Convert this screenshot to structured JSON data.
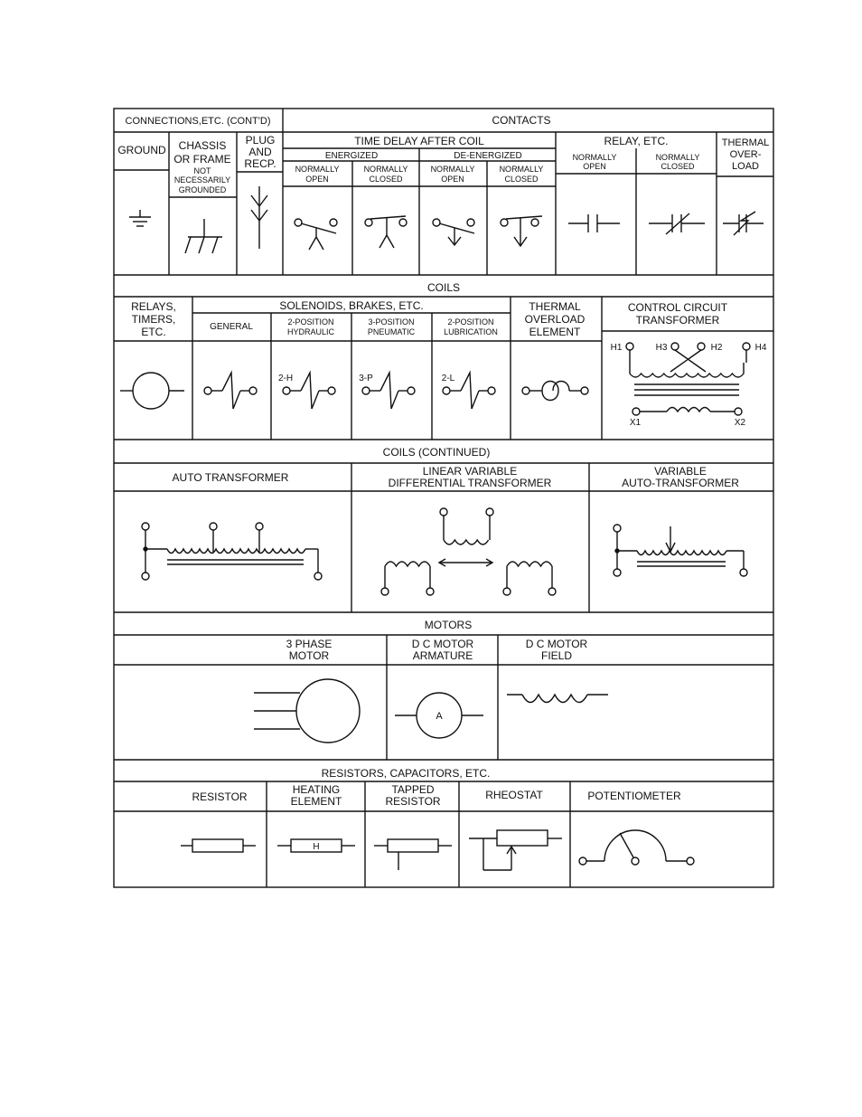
{
  "connections": {
    "header": "CONNECTIONS,ETC. (CONT'D)",
    "ground": "GROUND",
    "chassis": [
      "CHASSIS",
      "OR FRAME"
    ],
    "chassis_note": [
      "NOT",
      "NECESSARILY",
      "GROUNDED"
    ],
    "plug": [
      "PLUG",
      "AND",
      "RECP."
    ]
  },
  "contacts": {
    "header": "CONTACTS",
    "time_delay": "TIME DELAY AFTER COIL",
    "energized": "ENERGIZED",
    "de_energized": "DE-ENERGIZED",
    "normally_open": [
      "NORMALLY",
      "OPEN"
    ],
    "normally_closed": [
      "NORMALLY",
      "CLOSED"
    ],
    "relay": "RELAY, ETC.",
    "thermal_overload": [
      "THERMAL",
      "OVER-",
      "LOAD"
    ]
  },
  "coils": {
    "header": "COILS",
    "relays": [
      "RELAYS,",
      "TIMERS,",
      "ETC."
    ],
    "solenoids": "SOLENOIDS, BRAKES, ETC.",
    "general": "GENERAL",
    "hydraulic": [
      "2-POSITION",
      "HYDRAULIC"
    ],
    "pneumatic": [
      "3-POSITION",
      "PNEUMATIC"
    ],
    "lubrication": [
      "2-POSITION",
      "LUBRICATION"
    ],
    "thermal": [
      "THERMAL",
      "OVERLOAD",
      "ELEMENT"
    ],
    "control": [
      "CONTROL  CIRCUIT",
      "TRANSFORMER"
    ],
    "symbol_labels": {
      "hydraulic": "2-H",
      "pneumatic": "3-P",
      "lubrication": "2-L"
    },
    "terminals": {
      "h1": "H1",
      "h3": "H3",
      "h2": "H2",
      "h4": "H4",
      "x1": "X1",
      "x2": "X2"
    }
  },
  "coils_continued": {
    "header": "COILS (CONTINUED)",
    "auto": "AUTO TRANSFORMER",
    "lvdt": [
      "LINEAR VARIABLE",
      "DIFFERENTIAL  TRANSFORMER"
    ],
    "variable": [
      "VARIABLE",
      "AUTO-TRANSFORMER"
    ]
  },
  "motors": {
    "header": "MOTORS",
    "three_phase": [
      "3 PHASE",
      "MOTOR"
    ],
    "dc_armature": [
      "D C  MOTOR",
      "ARMATURE"
    ],
    "dc_field": [
      "D C  MOTOR",
      "FIELD"
    ],
    "armature_letter": "A"
  },
  "resistors": {
    "header": "RESISTORS, CAPACITORS, ETC.",
    "resistor": "RESISTOR",
    "heating": [
      "HEATING",
      "ELEMENT"
    ],
    "tapped": [
      "TAPPED",
      "RESISTOR"
    ],
    "rheostat": "RHEOSTAT",
    "potentiometer": "POTENTIOMETER",
    "heating_letter": "H"
  }
}
